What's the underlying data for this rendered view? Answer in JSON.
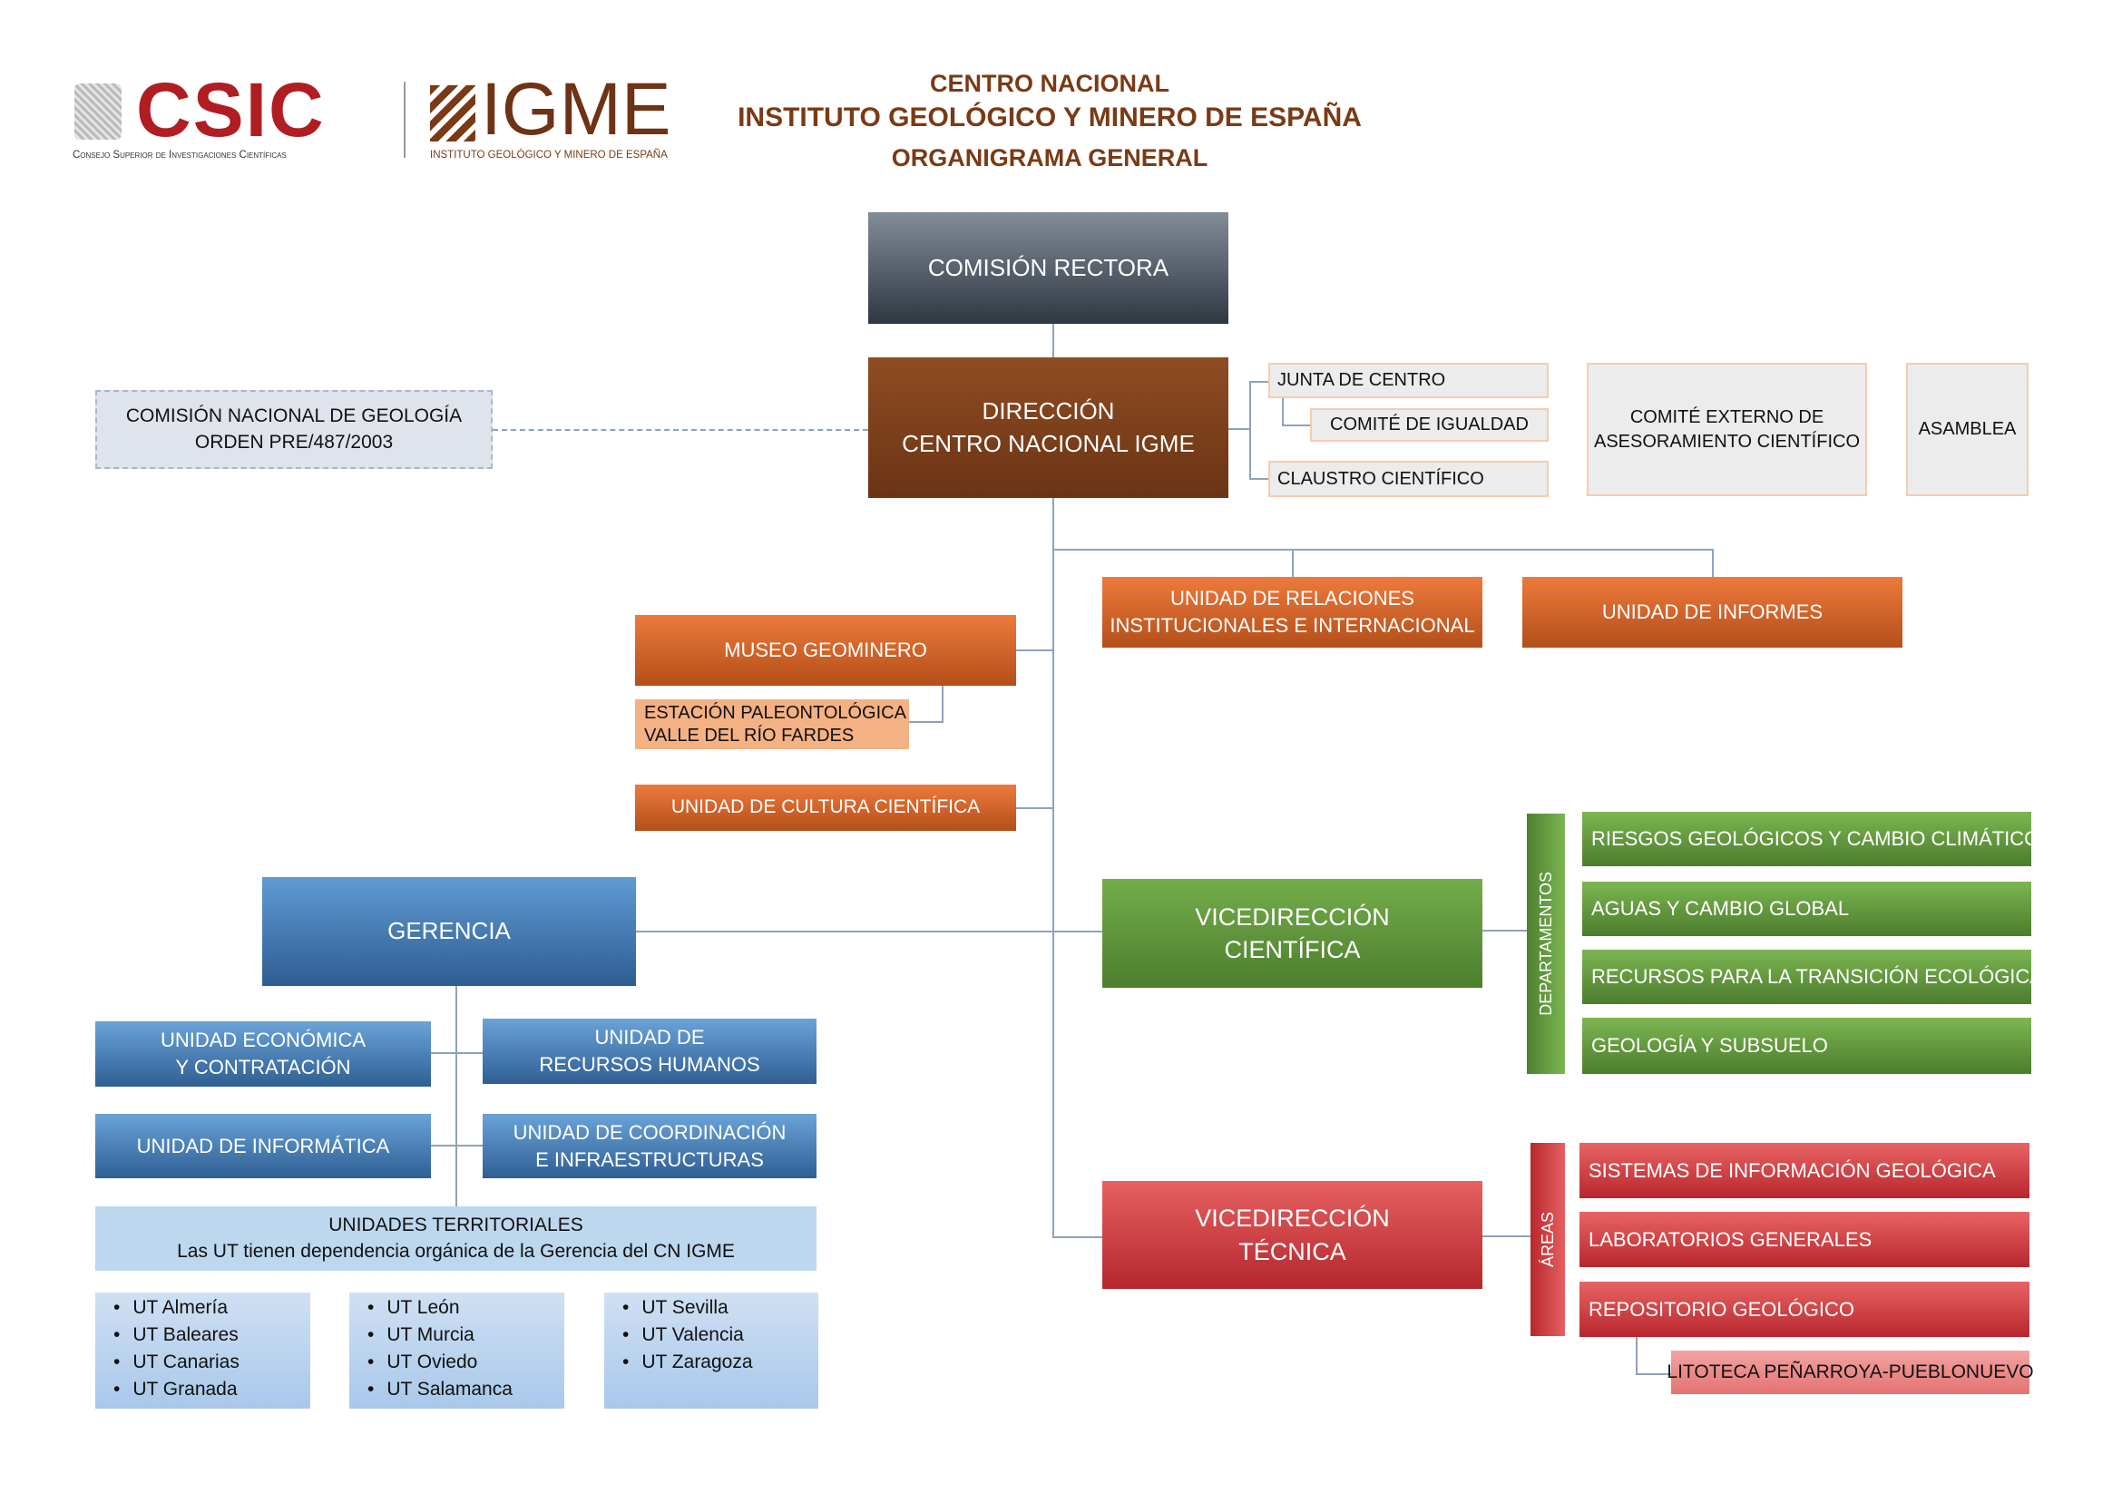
{
  "logos": {
    "csic": "CSIC",
    "csic_sub": "Consejo Superior de Investigaciones Científicas",
    "igme": "IGME",
    "igme_sub": "INSTITUTO GEOLÓGICO Y MINERO DE ESPAÑA"
  },
  "header": {
    "line1": "CENTRO NACIONAL",
    "line2": "INSTITUTO GEOLÓGICO Y MINERO DE ESPAÑA",
    "line3": "ORGANIGRAMA GENERAL"
  },
  "nodes": {
    "comision_rectora": "COMISIÓN RECTORA",
    "direccion_1": "DIRECCIÓN",
    "direccion_2": "CENTRO NACIONAL IGME",
    "comision_nacional_1": "COMISIÓN NACIONAL DE GEOLOGÍA",
    "comision_nacional_2": "ORDEN PRE/487/2003",
    "junta": "JUNTA DE CENTRO",
    "igualdad": "COMITÉ DE IGUALDAD",
    "claustro": "CLAUSTRO CIENTÍFICO",
    "comite_externo_1": "COMITÉ EXTERNO DE",
    "comite_externo_2": "ASESORAMIENTO CIENTÍFICO",
    "asamblea": "ASAMBLEA",
    "relaciones_1": "UNIDAD DE RELACIONES",
    "relaciones_2": "INSTITUCIONALES E INTERNACIONAL",
    "informes": "UNIDAD DE INFORMES",
    "museo": "MUSEO GEOMINERO",
    "estacion_1": "ESTACIÓN PALEONTOLÓGICA",
    "estacion_2": "VALLE DEL RÍO FARDES",
    "cultura": "UNIDAD DE CULTURA CIENTÍFICA",
    "gerencia": "GERENCIA",
    "economica_1": "UNIDAD ECONÓMICA",
    "economica_2": "Y CONTRATACIÓN",
    "rrhh_1": "UNIDAD DE",
    "rrhh_2": "RECURSOS HUMANOS",
    "informatica": "UNIDAD DE INFORMÁTICA",
    "coordinacion_1": "UNIDAD DE COORDINACIÓN",
    "coordinacion_2": "E INFRAESTRUCTURAS",
    "territoriales_1": "UNIDADES TERRITORIALES",
    "territoriales_2": "Las UT tienen dependencia orgánica de la Gerencia del CN IGME",
    "vice_cientifica_1": "VICEDIRECCIÓN",
    "vice_cientifica_2": "CIENTÍFICA",
    "departamentos": "DEPARTAMENTOS",
    "vice_tecnica_1": "VICEDIRECCIÓN",
    "vice_tecnica_2": "TÉCNICA",
    "areas": "ÁREAS",
    "litoteca": "LITOTECA PEÑARROYA-PUEBLONUEVO"
  },
  "ut_lists": [
    [
      "UT Almería",
      "UT Baleares",
      "UT Canarias",
      "UT Granada"
    ],
    [
      "UT León",
      "UT Murcia",
      "UT Oviedo",
      "UT Salamanca"
    ],
    [
      "UT Sevilla",
      "UT Valencia",
      "UT Zaragoza"
    ]
  ],
  "departamentos": [
    "RIESGOS GEOLÓGICOS Y CAMBIO CLIMÁTICO",
    "AGUAS Y CAMBIO GLOBAL",
    "RECURSOS PARA LA TRANSICIÓN ECOLÓGICA",
    "GEOLOGÍA Y SUBSUELO"
  ],
  "areas": [
    "SISTEMAS DE INFORMACIÓN GEOLÓGICA",
    "LABORATORIOS GENERALES",
    "REPOSITORIO GEOLÓGICO"
  ]
}
